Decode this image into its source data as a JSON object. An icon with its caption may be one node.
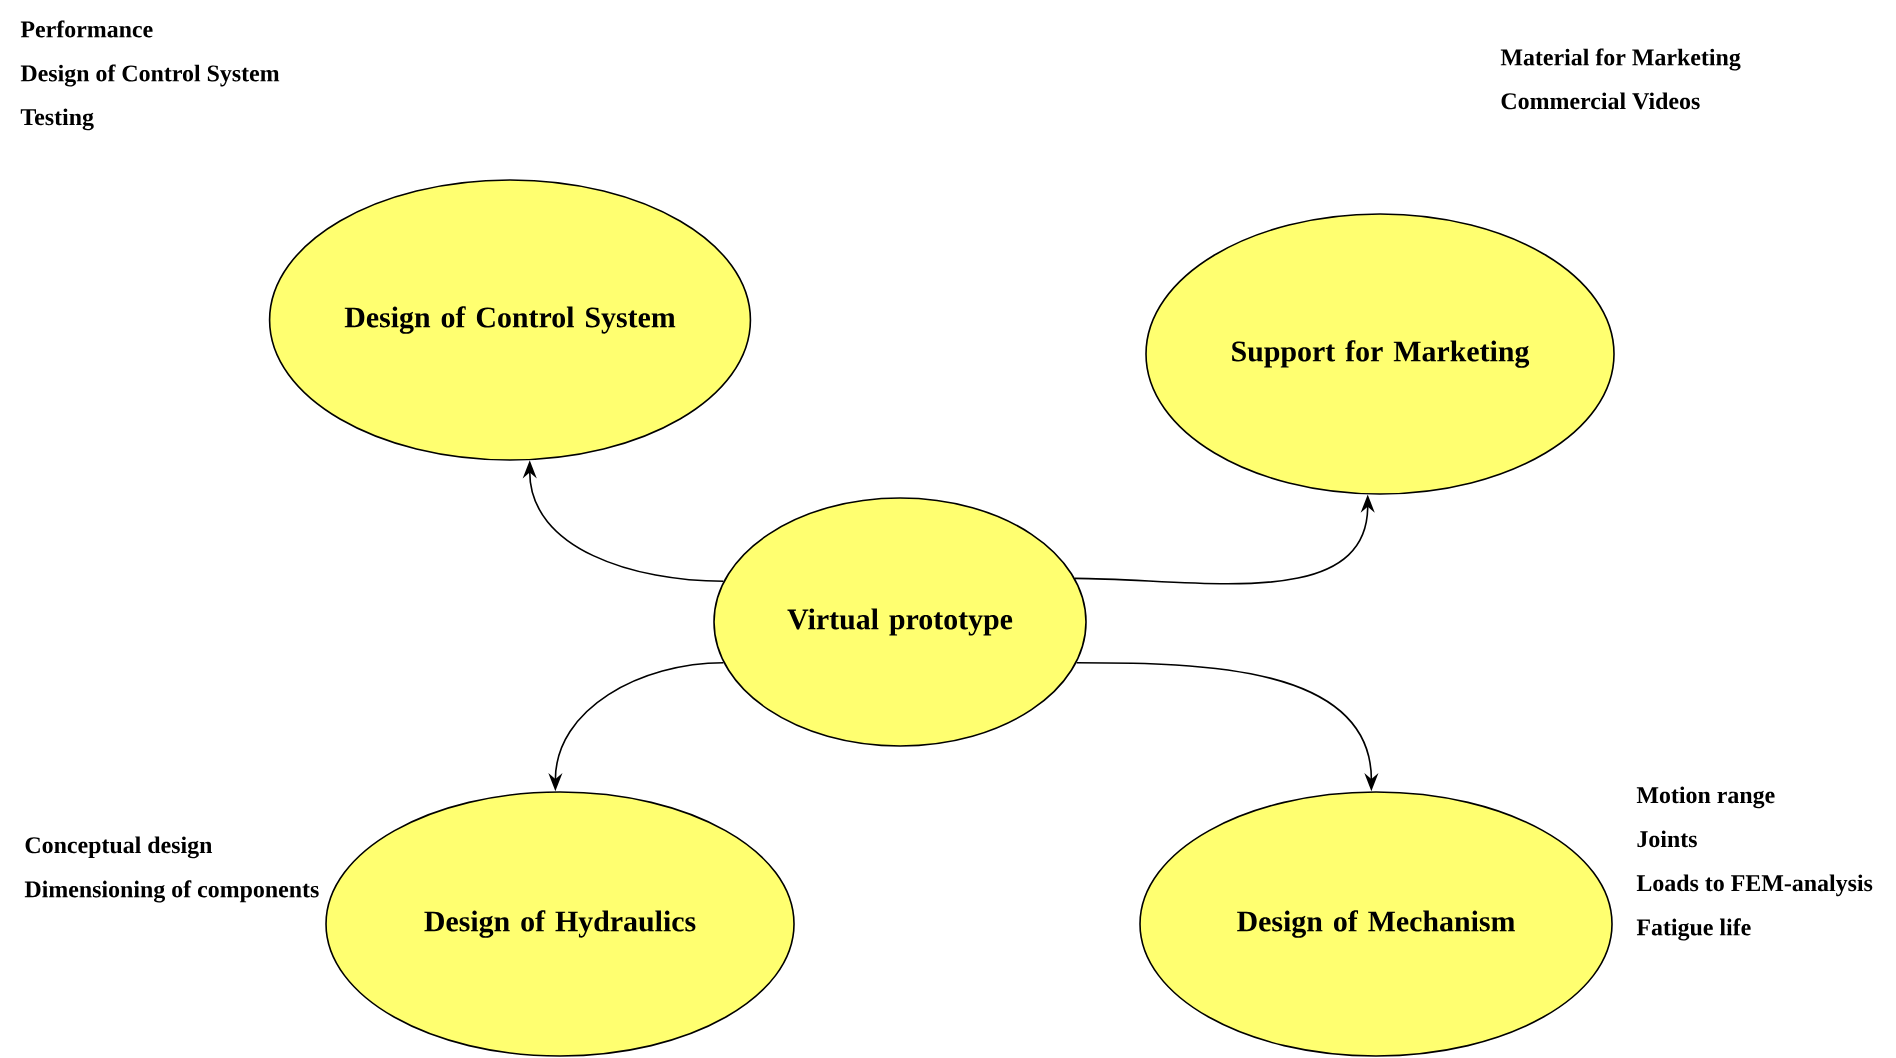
{
  "diagram": {
    "nodes": [
      {
        "text": [
          "Virtual prototype"
        ]
      },
      {
        "text": [
          "Design of Control System"
        ],
        "beside": [
          "Performance",
          "Design of Control System",
          "Testing"
        ]
      },
      {
        "text": [
          "Support for Marketing"
        ],
        "beside": [
          "Material for Marketing",
          "Commercial Videos"
        ]
      },
      {
        "text": [
          "Design of Hydraulics"
        ],
        "beside": [
          "Conceptual design",
          "Dimensioning of components"
        ]
      },
      {
        "text": [
          "Design of Mechanism"
        ],
        "beside": [
          "Motion range",
          "Joints",
          "Loads to FEM-analysis",
          "Fatigue life"
        ]
      }
    ],
    "edges": [
      {
        "from": 0,
        "to": 1,
        "arrow": "to"
      },
      {
        "from": 0,
        "to": 2,
        "arrow": "to"
      },
      {
        "from": 0,
        "to": 3,
        "arrow": "to"
      },
      {
        "from": 0,
        "to": 4,
        "arrow": "to"
      }
    ]
  }
}
